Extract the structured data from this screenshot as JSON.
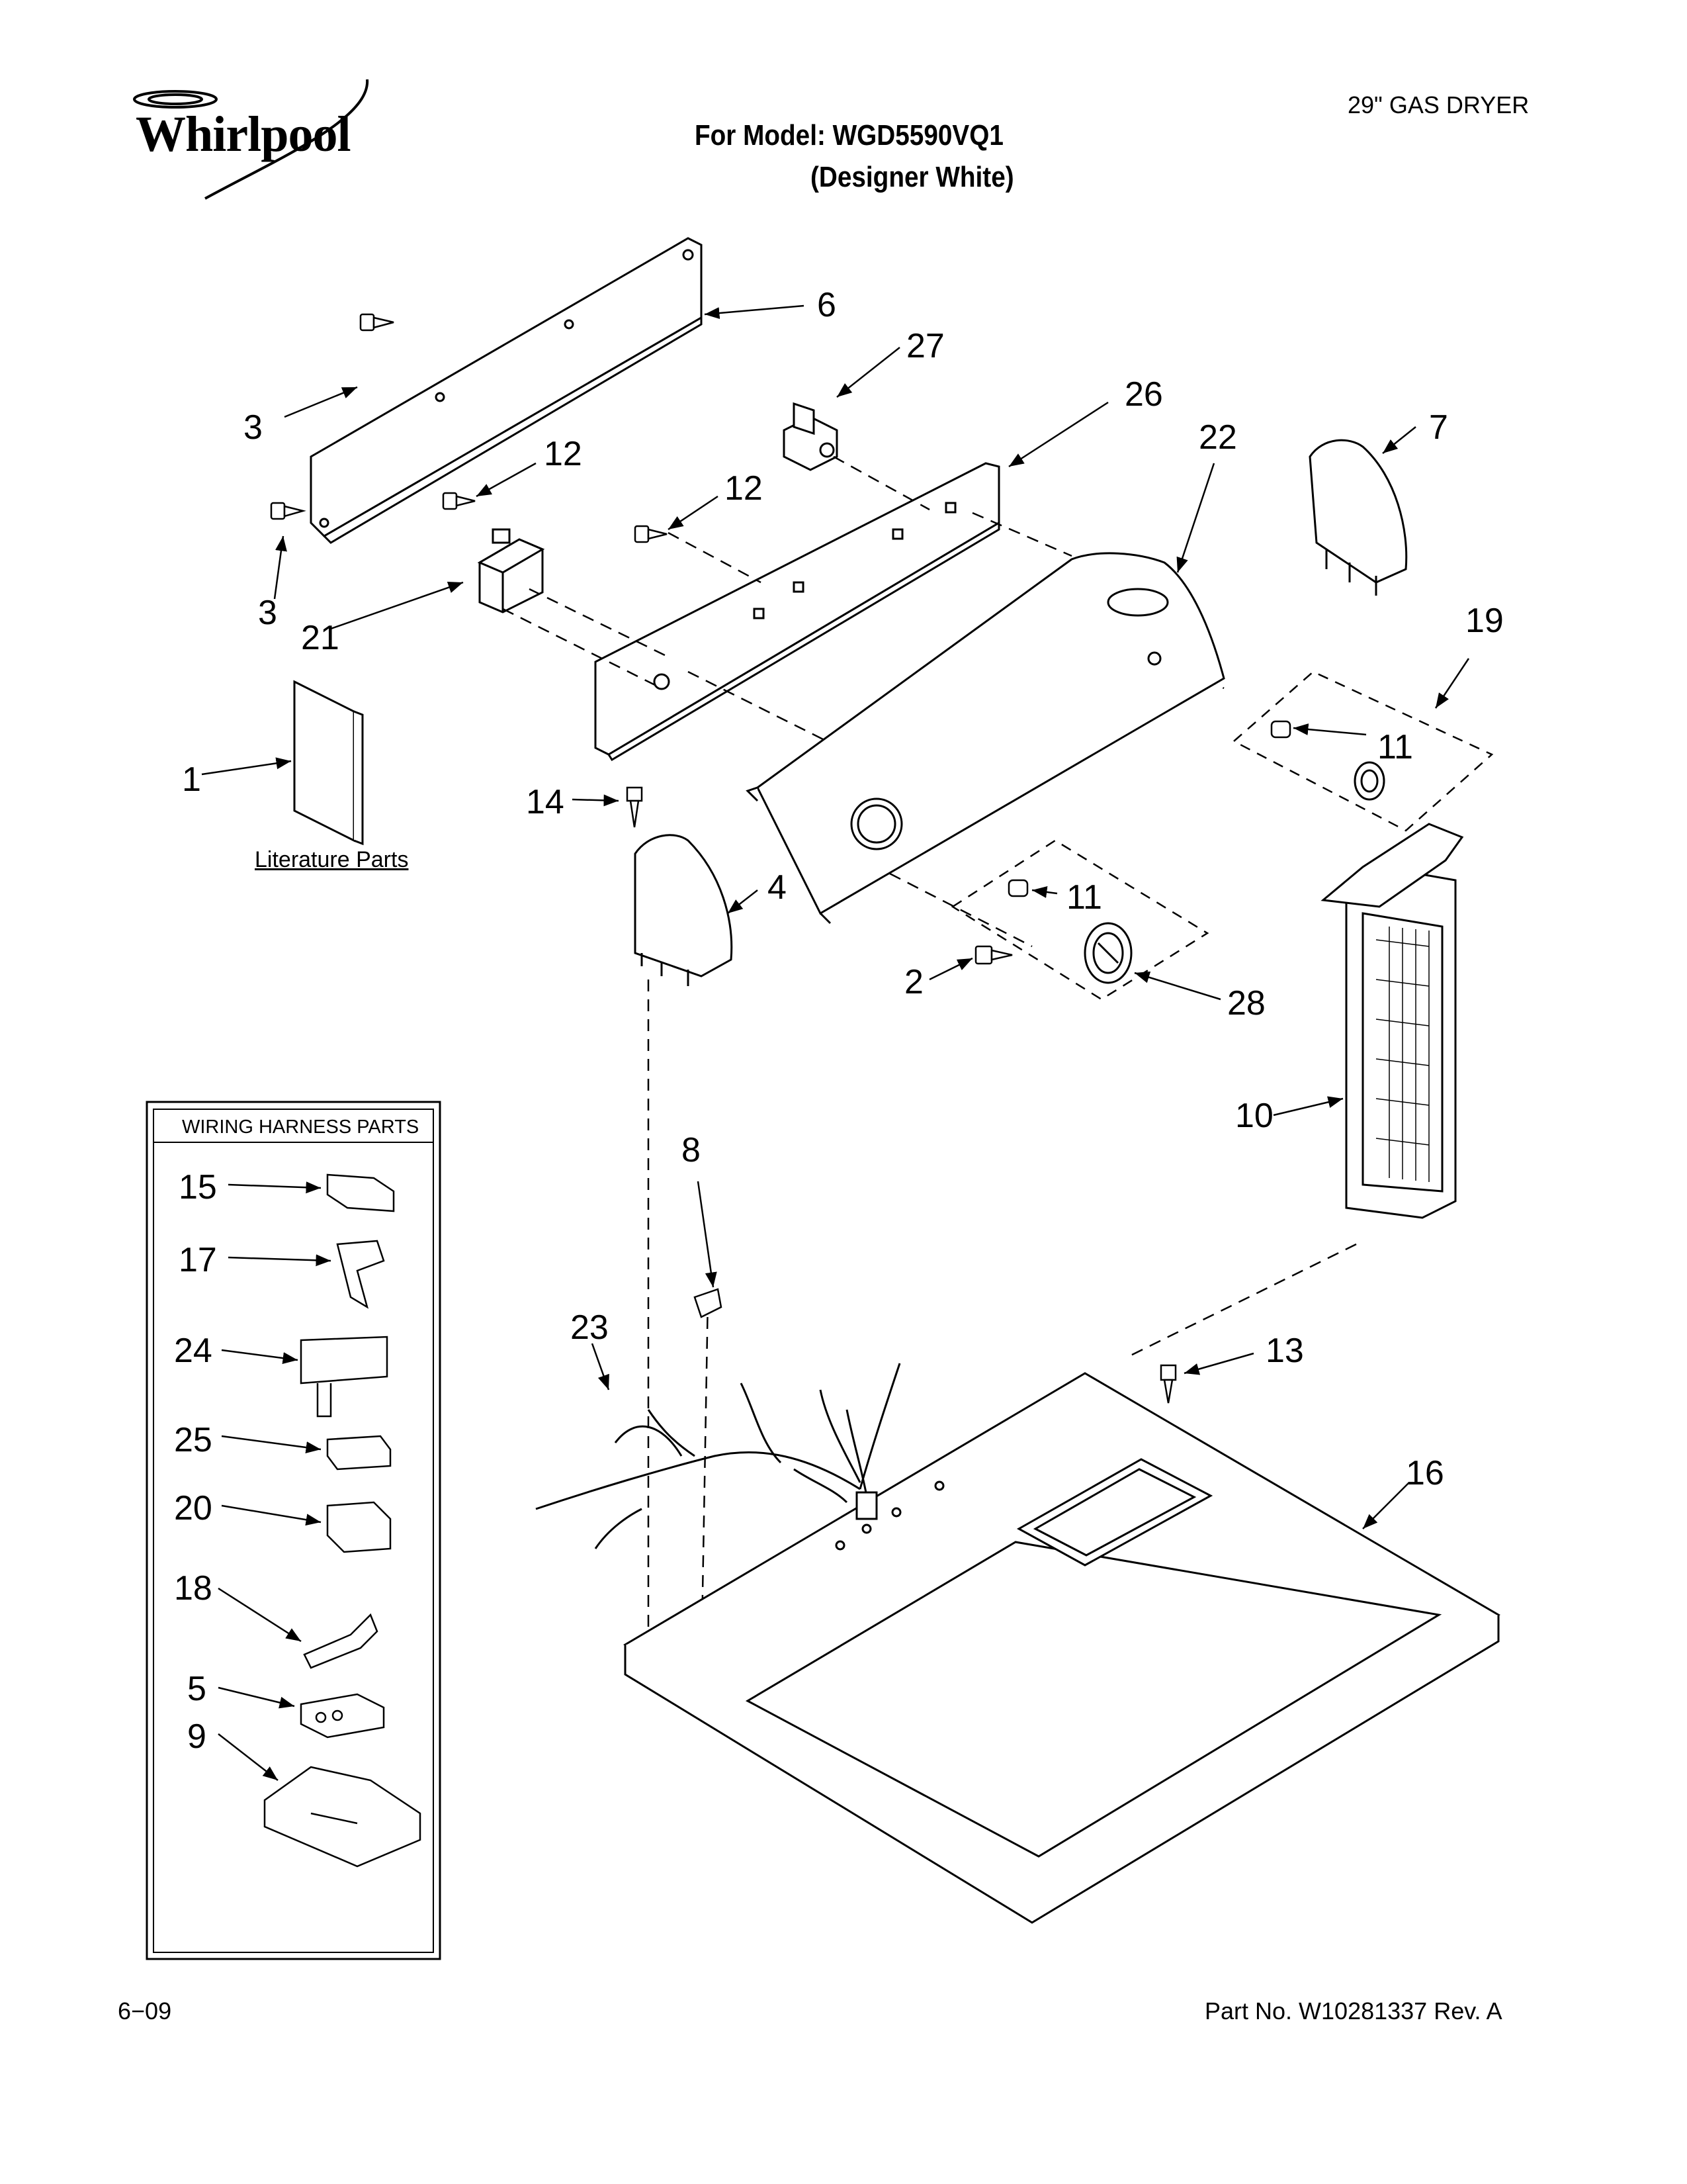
{
  "header": {
    "brand": "Whirlpool",
    "model_line": "For Model: WGD5590VQ1",
    "finish_line": "(Designer White)",
    "product_type": "29\" GAS DRYER"
  },
  "footer": {
    "date": "6−09",
    "part_number": "Part No. W10281337 Rev. A"
  },
  "literature_label": "Literature Parts",
  "wiring_box_title": "WIRING HARNESS PARTS",
  "callouts": {
    "c6": "6",
    "c27": "27",
    "c3a": "3",
    "c26": "26",
    "c22": "22",
    "c7": "7",
    "c12a": "12",
    "c12b": "12",
    "c3b": "3",
    "c21": "21",
    "c19": "19",
    "c1": "1",
    "c11a": "11",
    "c14": "14",
    "c4": "4",
    "c11b": "11",
    "c2": "2",
    "c28": "28",
    "c10": "10",
    "c8": "8",
    "c15": "15",
    "c17": "17",
    "c23": "23",
    "c24": "24",
    "c13": "13",
    "c16": "16",
    "c25": "25",
    "c20": "20",
    "c18": "18",
    "c5": "5",
    "c9": "9"
  }
}
